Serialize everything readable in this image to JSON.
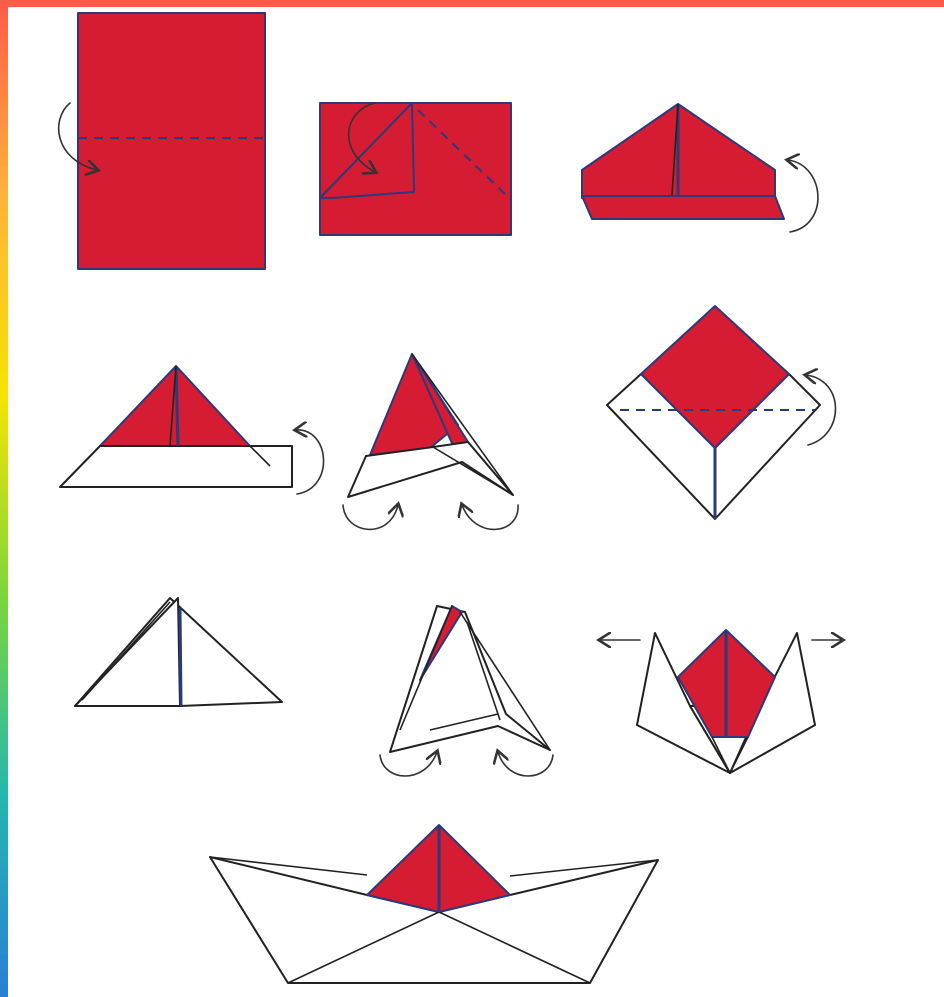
{
  "colors": {
    "paper": "#d51c32",
    "edge": "#2b3a7a",
    "outline": "#222222",
    "frame_top": "#ff5b49",
    "frame_gradient": [
      "#ff5b49",
      "#ffb43a",
      "#f5e400",
      "#7bd63c",
      "#22b7b0",
      "#2a7fd6"
    ]
  },
  "steps": [
    {
      "id": 1,
      "description": "sheet-fold-in-half"
    },
    {
      "id": 2,
      "description": "fold-corners-down"
    },
    {
      "id": 3,
      "description": "fold-brim-up"
    },
    {
      "id": 4,
      "description": "fold-back-brim-up"
    },
    {
      "id": 5,
      "description": "open-bottom"
    },
    {
      "id": 6,
      "description": "fold-to-diamond"
    },
    {
      "id": 7,
      "description": "fold-triangle"
    },
    {
      "id": 8,
      "description": "open-bottom-again"
    },
    {
      "id": 9,
      "description": "pull-sides-apart"
    },
    {
      "id": 10,
      "description": "finished-boat"
    }
  ]
}
